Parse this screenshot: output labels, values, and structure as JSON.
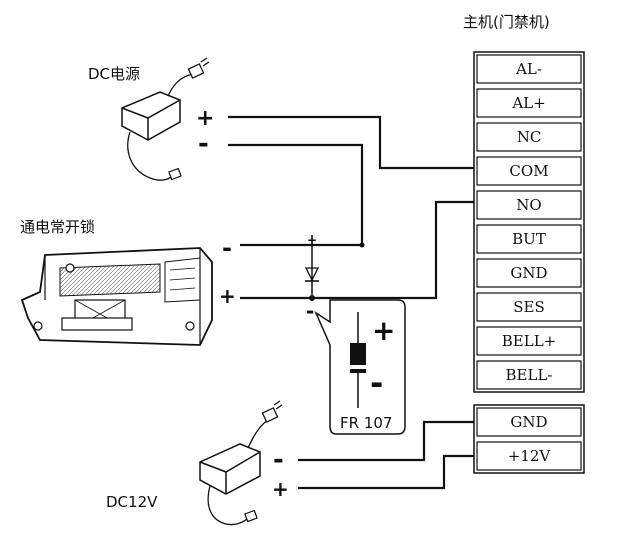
{
  "host": {
    "title": "主机(门禁机)",
    "terminals": [
      "AL-",
      "AL+",
      "NC",
      "COM",
      "NO",
      "BUT",
      "GND",
      "SES",
      "BELL+",
      "BELL-"
    ],
    "power_terminals": [
      "GND",
      "+12V"
    ]
  },
  "dc_power_top": {
    "label": "DC电源",
    "plus": "+",
    "minus": "-"
  },
  "lock": {
    "label": "通电常开锁",
    "minus": "-",
    "plus": "+"
  },
  "diode": {
    "plus": "+",
    "minus": "-",
    "inset_plus": "+",
    "inset_minus": "-",
    "model": "FR 107"
  },
  "dc_power_bottom": {
    "label": "DC12V",
    "minus": "-",
    "plus": "+"
  },
  "colors": {
    "line": "#111111",
    "background": "#ffffff"
  }
}
